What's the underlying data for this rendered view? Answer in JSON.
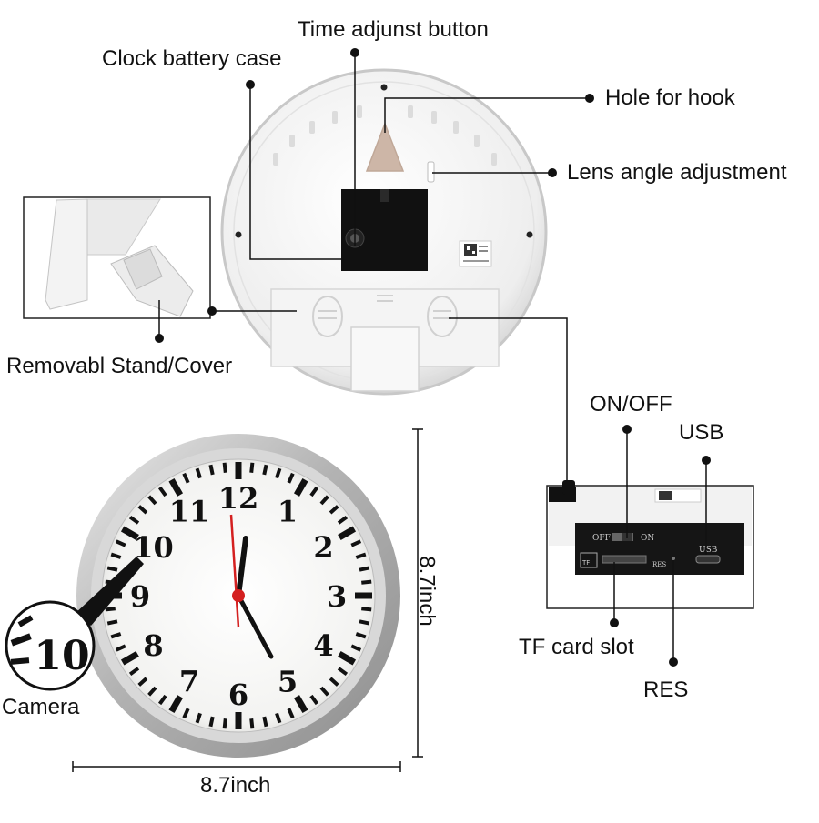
{
  "labels": {
    "time_adjust": "Time adjunst button",
    "battery_case": "Clock battery case",
    "hook_hole": "Hole for hook",
    "lens_angle": "Lens angle adjustment",
    "stand_cover": "Removabl Stand/Cover",
    "on_off": "ON/OFF",
    "usb": "USB",
    "tf_card": "TF card slot",
    "res": "RES",
    "camera": "Camera",
    "height_dim": "8.7inch",
    "width_dim": "8.7inch"
  },
  "panel_text": {
    "off": "OFF",
    "on": "ON",
    "usb": "USB",
    "res": "RES",
    "tf": "TF"
  },
  "clock": {
    "numbers": [
      "12",
      "1",
      "2",
      "3",
      "4",
      "5",
      "6",
      "7",
      "8",
      "9",
      "10",
      "11"
    ],
    "magnified_number": "10"
  },
  "colors": {
    "frame_silver": "#b9b9b9",
    "face": "#f7f7f5",
    "second_hand": "#d42020",
    "plastic": "#f2f2f2",
    "mechanism": "#111111"
  }
}
